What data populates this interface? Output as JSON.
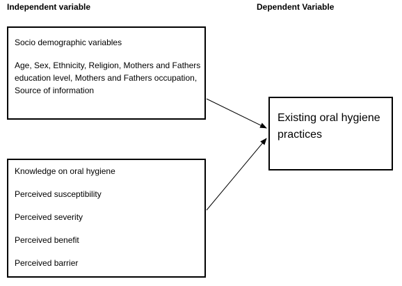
{
  "headings": {
    "independent": "Independent variable",
    "dependent": "Dependent Variable"
  },
  "boxes": {
    "sociodemographic": {
      "title": "Socio demographic variables",
      "body": "Age, Sex, Ethnicity, Religion, Mothers and Fathers education level, Mothers and Fathers occupation, Source of information"
    },
    "knowledge": {
      "items": [
        "Knowledge on oral hygiene",
        "Perceived susceptibility",
        "Perceived severity",
        "Perceived benefit",
        "Perceived barrier"
      ]
    },
    "outcome": {
      "text": "Existing oral hygiene practices"
    }
  }
}
